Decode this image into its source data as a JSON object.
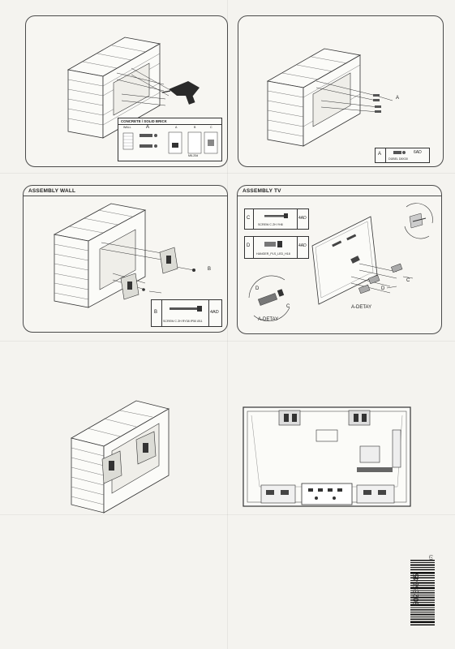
{
  "panel1": {
    "legend_heading": "CONCRETE / SOLID BRICK",
    "legend_wall": "WALL",
    "legend_letter": "A",
    "legend_tiny1": "A",
    "legend_tiny2": "B",
    "legend_tiny3": "C",
    "legend_icon_label": "M6-20d"
  },
  "panel2": {
    "callout": "A",
    "part_letter": "A",
    "part_qty": "6AD",
    "part_name": "DÜBEL D8X30"
  },
  "panel3": {
    "title": "ASSEMBLY WALL",
    "callout": "B",
    "part_letter": "B",
    "part_qty": "4AD",
    "part_name": "SCREW C ZH RY38 IP50 Ø11"
  },
  "panel4": {
    "title": "ASSEMBLY TV",
    "part_c_letter": "C",
    "part_c_qty": "4AD",
    "part_c_name": "SCREW C ZH YH8",
    "part_d_letter": "D",
    "part_d_qty": "4AD",
    "part_d_name": "HANGER_PLS_LED_H18",
    "callout_c": "C",
    "callout_d": "D",
    "detail1": "A-DETAY",
    "detail2": "A-DETAY",
    "detail_d": "D",
    "detail_c": "C"
  },
  "barcode": {
    "number": "50265945",
    "rev": "(7)"
  }
}
